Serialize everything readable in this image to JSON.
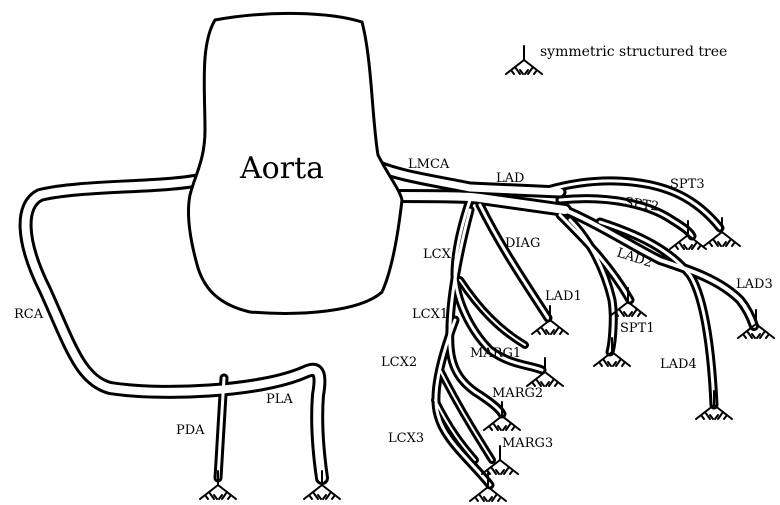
{
  "aorta": {
    "label": "Aorta"
  },
  "legend": {
    "label": "symmetric structured tree",
    "icon": "structured-tree-icon"
  },
  "vessels": {
    "lmca": "LMCA",
    "lad": "LAD",
    "spt3": "SPT3",
    "spt2": "SPT2",
    "lad2": "LAD2",
    "lad3": "LAD3",
    "diag": "DIAG",
    "lad1": "LAD1",
    "spt1": "SPT1",
    "lad4": "LAD4",
    "lcx": "LCX",
    "lcx1": "LCX1",
    "marg1": "MARG1",
    "lcx2": "LCX2",
    "marg2": "MARG2",
    "lcx3": "LCX3",
    "marg3": "MARG3",
    "rca": "RCA",
    "pda": "PDA",
    "pla": "PLA"
  },
  "colors": {
    "stroke": "#000000",
    "background": "#ffffff"
  }
}
